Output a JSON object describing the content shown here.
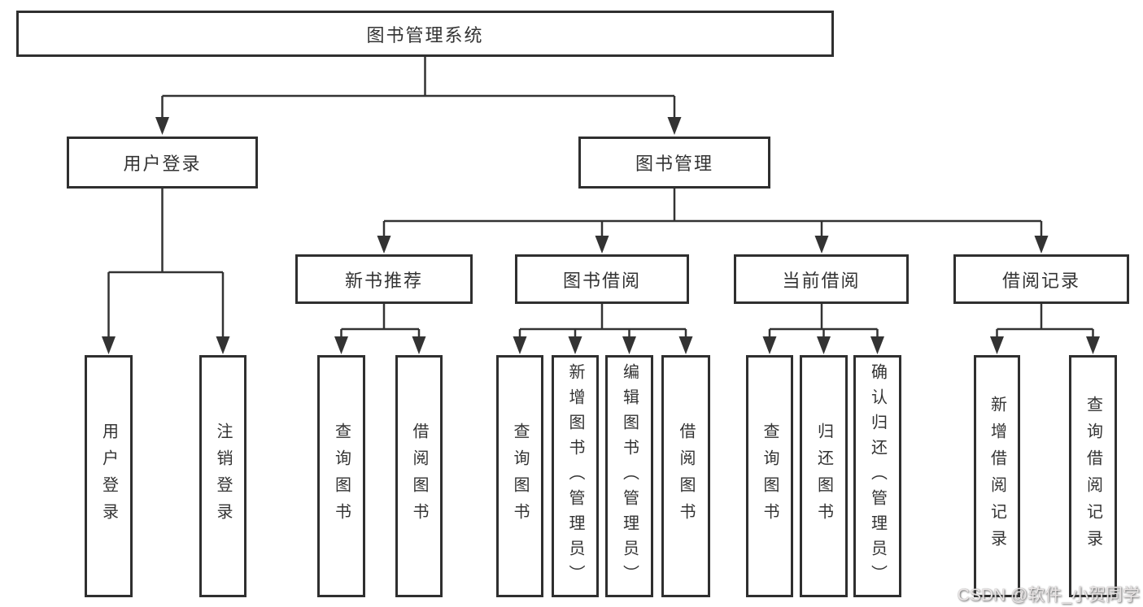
{
  "tree": {
    "root": {
      "label": "图书管理系统"
    },
    "branches": [
      {
        "label": "用户登录",
        "children": [
          {
            "label": "用户登录"
          },
          {
            "label": "注销登录"
          }
        ]
      },
      {
        "label": "图书管理",
        "children": [
          {
            "label": "新书推荐",
            "children": [
              {
                "label": "查询图书"
              },
              {
                "label": "借阅图书"
              }
            ]
          },
          {
            "label": "图书借阅",
            "children": [
              {
                "label": "查询图书"
              },
              {
                "label": "新增图书（管理员）"
              },
              {
                "label": "编辑图书（管理员）"
              },
              {
                "label": "借阅图书"
              }
            ]
          },
          {
            "label": "当前借阅",
            "children": [
              {
                "label": "查询图书"
              },
              {
                "label": "归还图书"
              },
              {
                "label": "确认归还（管理员）"
              }
            ]
          },
          {
            "label": "借阅记录",
            "children": [
              {
                "label": "新增借阅记录"
              },
              {
                "label": "查询借阅记录"
              }
            ]
          }
        ]
      }
    ]
  },
  "watermark": "CSDN @软件_小贺同学",
  "colors": {
    "line": "#333333",
    "box_border": "#2f2f2f",
    "background": "#ffffff",
    "text": "#333333",
    "watermark": "#e9e5e5"
  }
}
